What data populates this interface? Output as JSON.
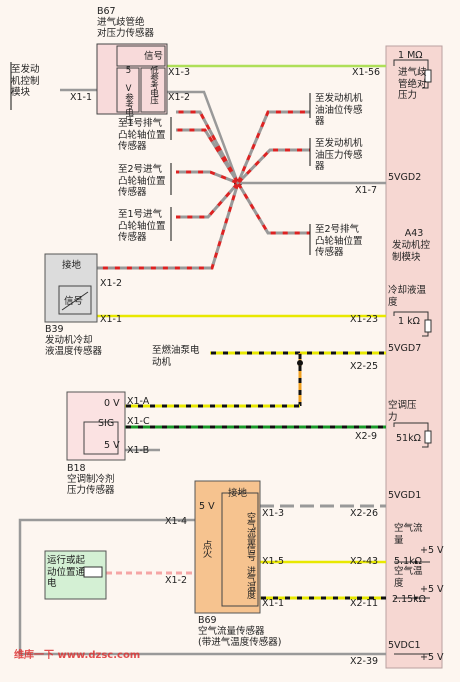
{
  "title": "",
  "ecm": {
    "code": "A43",
    "name": "发动机控制模块"
  },
  "b67": {
    "code": "B67",
    "name_line1": "进气歧管绝",
    "name_line2": "对压力传感器",
    "pin_5v_label": "5 V参考电压",
    "pin_signal_label": "信号",
    "pin_lowref_label": "低参考电压",
    "pin_x1_1": "X1-1",
    "pin_x1_3": "X1-3",
    "pin_x1_2": "X1-2"
  },
  "left_labels": {
    "ecm_to": "至发动机控制模块",
    "exhaust_cam1": "至1号排气凸轮轴位置传感器",
    "intake_cam2": "至2号进气凸轮轴位置传感器",
    "intake_cam1": "至1号进气凸轮轴位置传感器"
  },
  "right_labels": {
    "oil_temp": "至发动机机油油位传感器",
    "oil_press": "至发动机机油压力传感器",
    "exhaust_cam2": "至2号排气凸轮轴位置传感器",
    "fuel_pump": "至燃油泵电动机",
    "run_crank": "运行或起动位置通电"
  },
  "ecm_pins": {
    "x1_56": "X1-56",
    "map_label": "进气歧管绝对压力",
    "r1m": "1 MΩ",
    "x1_7": "X1-7",
    "vgd2": "5VGD2",
    "x1_23": "X1-23",
    "coolant_label": "冷却液温度",
    "r1k": "1 kΩ",
    "vgd7": "5VGD7",
    "x2_25": "X2-25",
    "ac_label": "空调压力",
    "x2_9": "X2-9",
    "r51k": "51kΩ",
    "vgd1": "5VGD1",
    "x2_26": "X2-26",
    "maf_label": "空气流量",
    "x2_43": "X2-43",
    "r5k1": "5.1kΩ",
    "v5a": "+5 V",
    "iat_label": "空气温度",
    "x2_11": "X2-11",
    "r2k15": "2.15kΩ",
    "v5b": "+5 V",
    "vdc1": "5VDC1",
    "x2_39": "X2-39",
    "v5c": "+5 V"
  },
  "b39": {
    "code": "B39",
    "name_line1": "发动机冷却",
    "name_line2": "液温度传感器",
    "ground": "接地",
    "signal": "信号",
    "x1_2": "X1-2",
    "x1_1": "X1-1"
  },
  "b18": {
    "code": "B18",
    "name_line1": "空调制冷剂",
    "name_line2": "压力传感器",
    "v0": "0 V",
    "sig": "SIG",
    "v5": "5 V",
    "x1_a": "X1-A",
    "x1_c": "X1-C",
    "x1_b": "X1-B"
  },
  "b69": {
    "code": "B69",
    "name_line1": "空气流量传感器",
    "name_line2": "(带进气温度传感器)",
    "ground": "接地",
    "v5": "5 V",
    "maf_signal": "空气流量信号",
    "ignition": "点火",
    "intake_temp": "进气温度",
    "x1_3": "X1-3",
    "x1_4": "X1-4",
    "x1_5": "X1-5",
    "x1_2": "X1-2",
    "x1_1": "X1-1"
  },
  "watermark": "维库一下 www.dzsc.com",
  "colors": {
    "yellow": "#e8e800",
    "red": "#d22",
    "green": "#1a9a2a",
    "gray": "#9a9a9a",
    "black": "#111",
    "orange": "#f0a020",
    "pink": "#f5a5a5"
  }
}
